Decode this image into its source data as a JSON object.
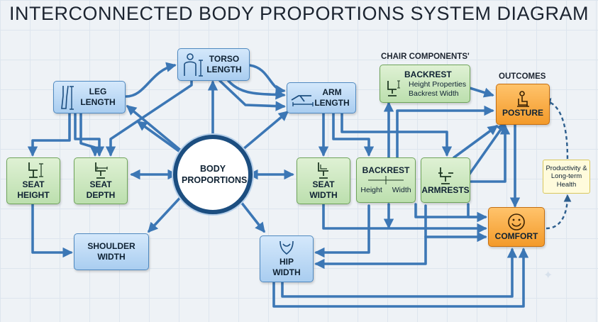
{
  "title": "INTERCONNECTED BODY PROPORTIONS SYSTEM DIAGRAM",
  "center": "BODY PROPORTIONS",
  "sections": {
    "chair_components": "CHAIR COMPONENTS'",
    "outcomes": "OUTCOMES"
  },
  "nodes": {
    "leg_length": "LEG LENGTH",
    "torso_length": "TORSO LENGTH",
    "arm_length": "ARM LENGTH",
    "seat_height": "SEAT HEIGHT",
    "seat_depth": "SEAT DEPTH",
    "shoulder_width": "SHOULDER WIDTH",
    "seat_width": "SEAT WIDTH",
    "hip_width": "HIP WIDTH",
    "backrest_top": {
      "title": "BACKREST",
      "line1": "Height Properties",
      "line2": "Backrest Width"
    },
    "backrest_mid": {
      "title": "BACKREST",
      "height": "Height",
      "width": "Width"
    },
    "armrests": "ARMRESTS",
    "posture": "POSTURE",
    "comfort": "COMFORT"
  },
  "productivity": "Productivity & Long-term Health",
  "icons": {
    "leg_length": "leg-measure-icon",
    "torso_length": "torso-measure-icon",
    "arm_length": "arm-measure-icon",
    "seat_height": "chair-height-icon",
    "seat_depth": "chair-depth-icon",
    "seat_width": "chair-width-icon",
    "hip_width": "hip-icon",
    "backrest": "chair-backrest-icon",
    "armrests": "armchair-icon",
    "posture": "seated-person-icon",
    "comfort": "smiley-icon"
  },
  "colors": {
    "arrow": "#3c77b5",
    "dashed_arrow": "#2e5f8e",
    "center_ring": "#1c4e80",
    "blue_fill": "#b9d7f3",
    "green_fill": "#cde8c0",
    "orange_fill": "#f7a53c"
  }
}
